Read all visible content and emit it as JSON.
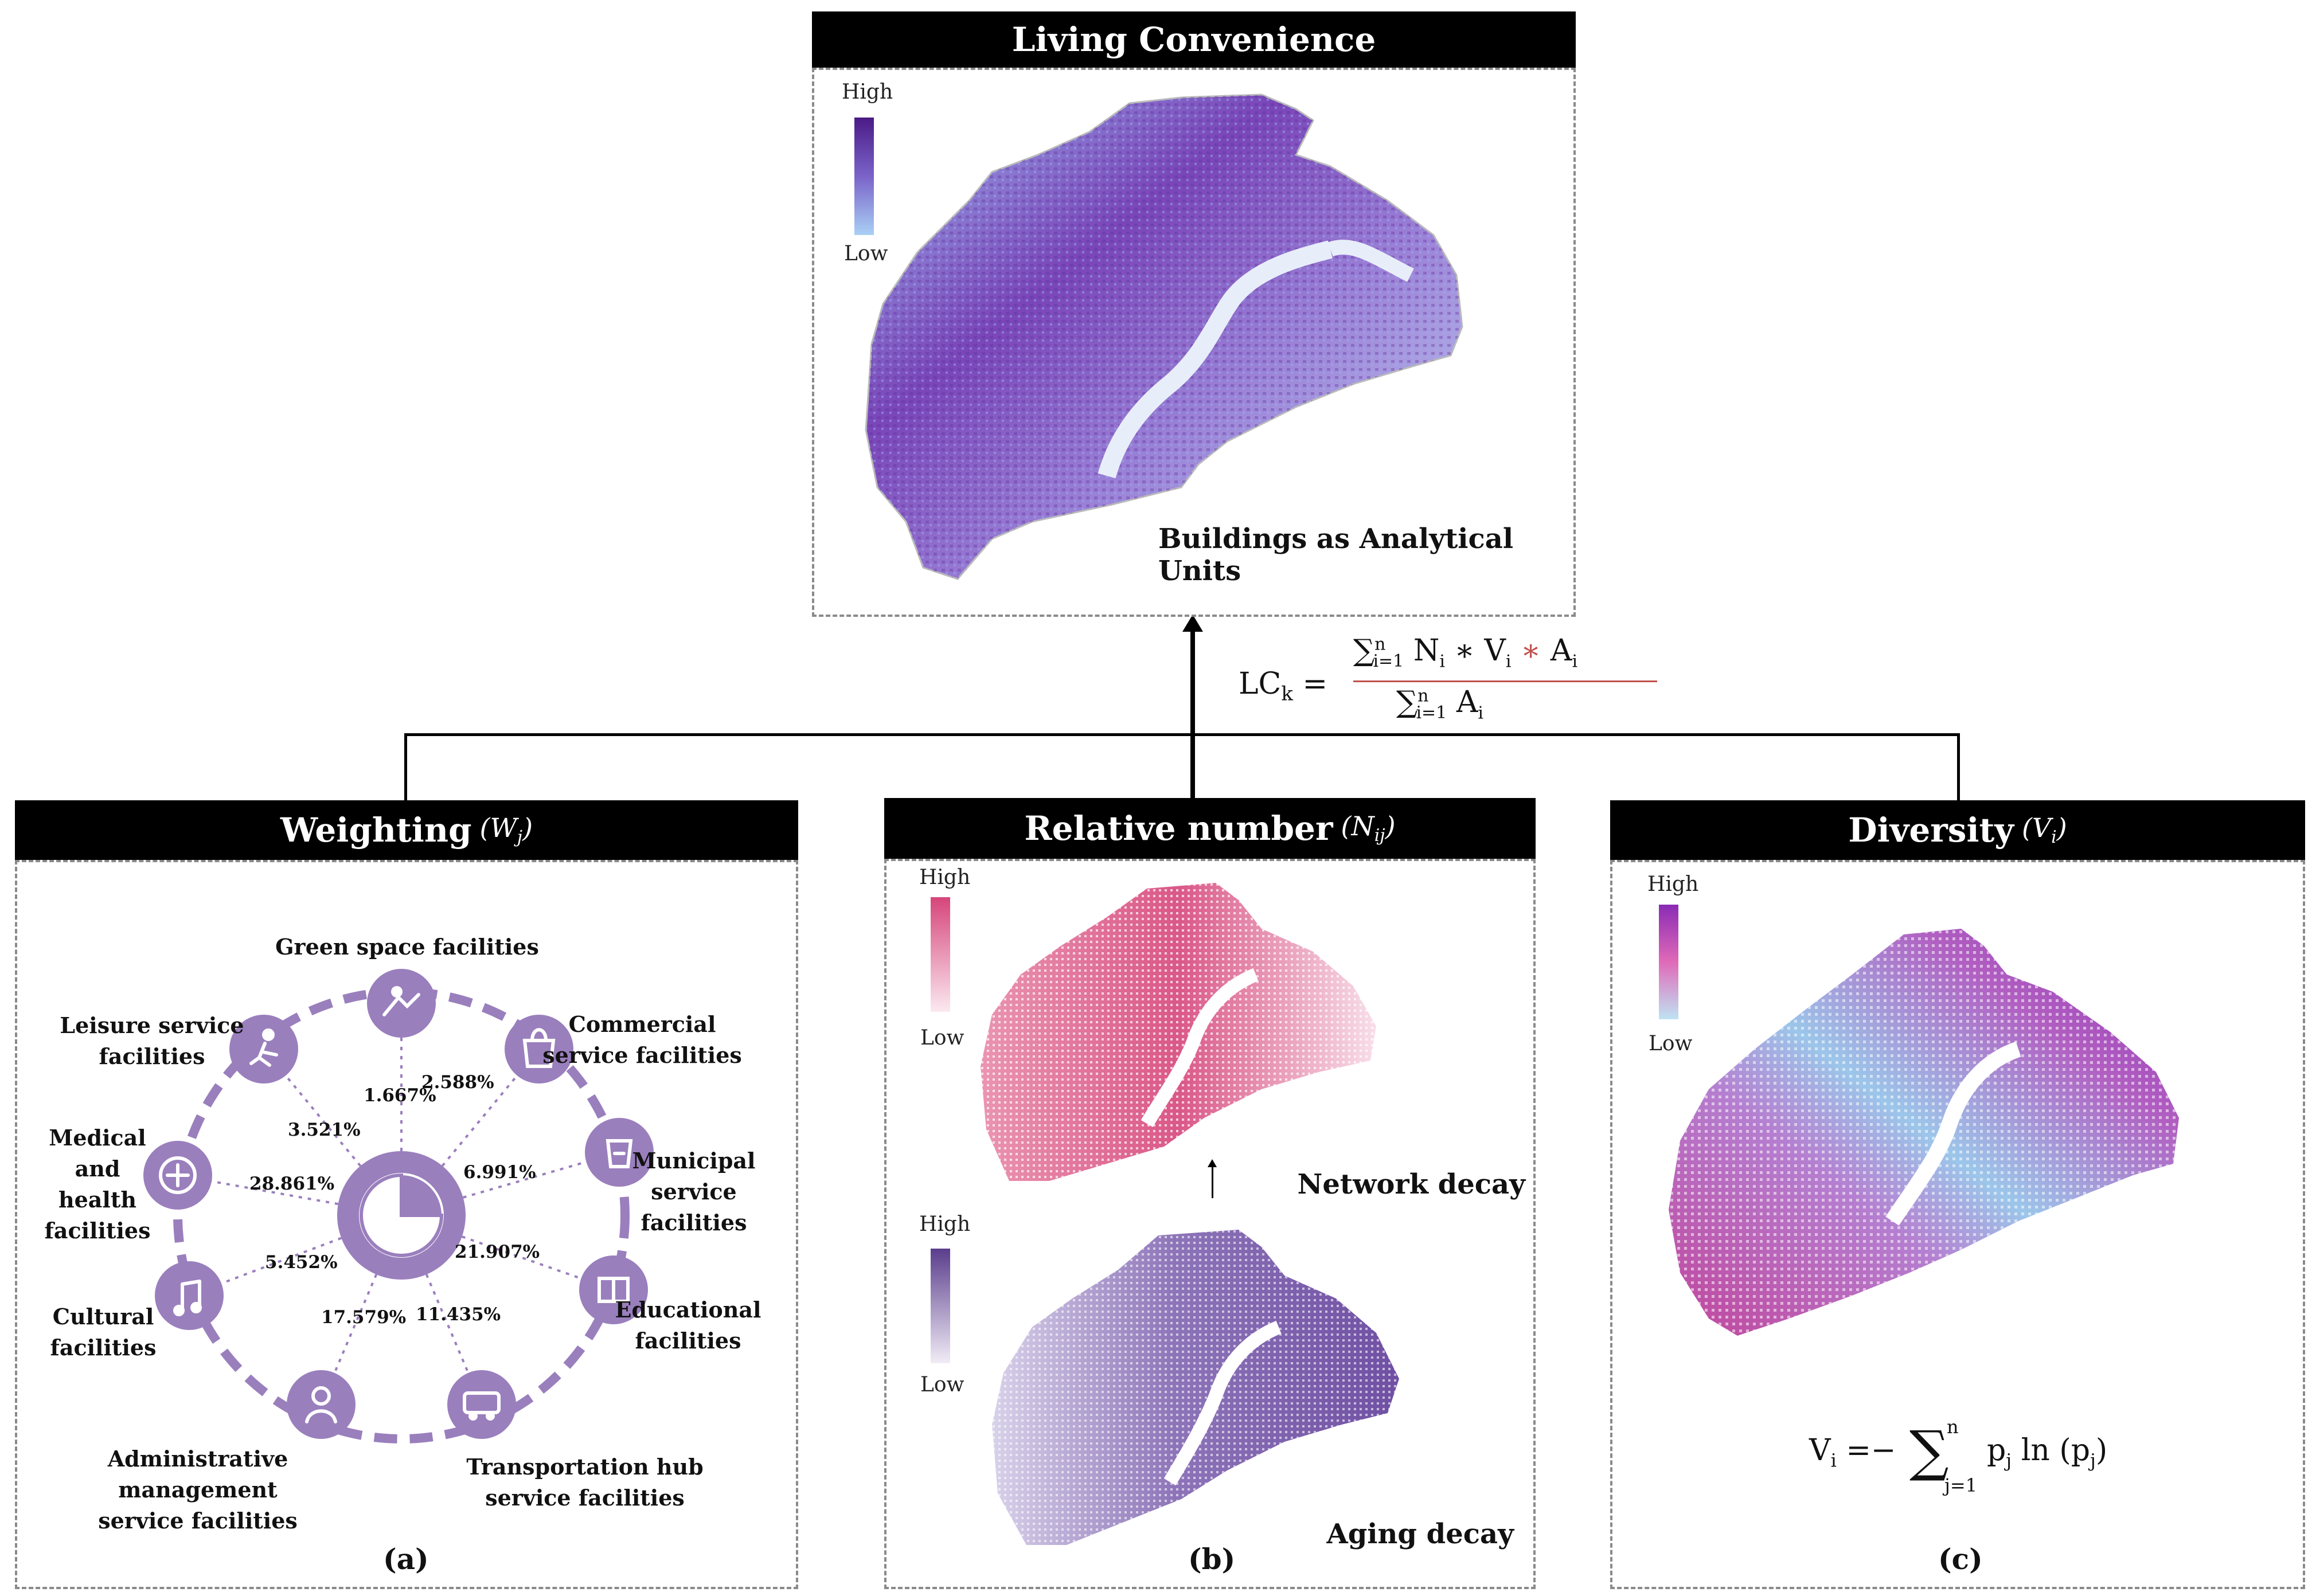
{
  "top_panel": {
    "title": "Living Convenience",
    "legend_high": "High",
    "legend_low": "Low",
    "caption": "Buildings as Analytical Units",
    "legend_colors": [
      "#4b1a86",
      "#a9d0f5"
    ]
  },
  "formula_lc": {
    "lhs": "LC",
    "lhs_sub": "k",
    "numerator_sum": "∑",
    "numerator_sup": "n",
    "numerator_sub": "i=1",
    "numerator_terms": "N",
    "numerator_terms_sub": "i",
    "op1": "∗",
    "v": "V",
    "v_sub": "i",
    "op2": "∗",
    "a": "A",
    "a_sub": "i",
    "denominator_sum": "∑",
    "denominator_sup": "n",
    "denominator_sub": "i=1",
    "denominator_a": "A",
    "denominator_a_sub": "i"
  },
  "panel_a": {
    "title": "Weighting",
    "title_symbol": "(W",
    "title_symbol_sub": "j",
    "title_symbol_close": ")",
    "caption": "(a)",
    "accent": "#9a7fbd",
    "facilities": [
      {
        "label": "Green space facilities",
        "icon": "tree-icon",
        "pct": "1.667%"
      },
      {
        "label": "Commercial service facilities",
        "icon": "shopping-bag-icon",
        "pct": "2.588%"
      },
      {
        "label": "Municipal service facilities",
        "icon": "recycle-bin-icon",
        "pct": "6.991%"
      },
      {
        "label": "Educational facilities",
        "icon": "book-icon",
        "pct": "21.907%"
      },
      {
        "label": "Transportation hub service facilities",
        "icon": "bus-icon",
        "pct": "11.435%"
      },
      {
        "label": "Administrative management service facilities",
        "icon": "officer-icon",
        "pct": "17.579%"
      },
      {
        "label": "Cultural facilities",
        "icon": "music-note-icon",
        "pct": "5.452%"
      },
      {
        "label": "Medical and health facilities",
        "icon": "medical-cross-icon",
        "pct": "28.861%"
      },
      {
        "label": "Leisure service facilities",
        "icon": "runner-icon",
        "pct": "3.521%"
      }
    ],
    "label_lines": {
      "green": [
        "Green space facilities"
      ],
      "commercial": [
        "Commercial",
        "service facilities"
      ],
      "municipal": [
        "Municipal",
        "service facilities"
      ],
      "educational": [
        "Educational",
        "facilities"
      ],
      "transport": [
        "Transportation hub",
        "service facilities"
      ],
      "admin": [
        "Administrative management",
        "service facilities"
      ],
      "cultural": [
        "Cultural",
        "facilities"
      ],
      "medical": [
        "Medical and",
        "health",
        "facilities"
      ],
      "leisure": [
        "Leisure service",
        "facilities"
      ]
    }
  },
  "panel_b": {
    "title": "Relative number",
    "title_symbol": "(N",
    "title_symbol_sub": "ij",
    "title_symbol_close": ")",
    "network_label": "Network decay",
    "aging_label": "Aging decay",
    "legend_high_1": "High",
    "legend_low_1": "Low",
    "legend_high_2": "High",
    "legend_low_2": "Low",
    "caption": "(b)",
    "network_colors": [
      "#d6457a",
      "#fbe9f0"
    ],
    "aging_colors": [
      "#5a3d8c",
      "#f1ecf6"
    ]
  },
  "panel_c": {
    "title": "Diversity",
    "title_symbol": "(V",
    "title_symbol_sub": "i",
    "title_symbol_close": ")",
    "legend_high": "High",
    "legend_low": "Low",
    "caption": "(c)",
    "formula": {
      "lhs": "V",
      "lhs_sub": "i",
      "eq": "=−",
      "sum": "∑",
      "sup": "n",
      "sub": "j=1",
      "p": "p",
      "p_sub": "j",
      "ln": "ln",
      "open": "(",
      "p2": "p",
      "p2_sub": "j",
      "close": ")"
    },
    "legend_colors": [
      "#8a2bb5",
      "#e06ab8",
      "#bfe3f3"
    ]
  }
}
